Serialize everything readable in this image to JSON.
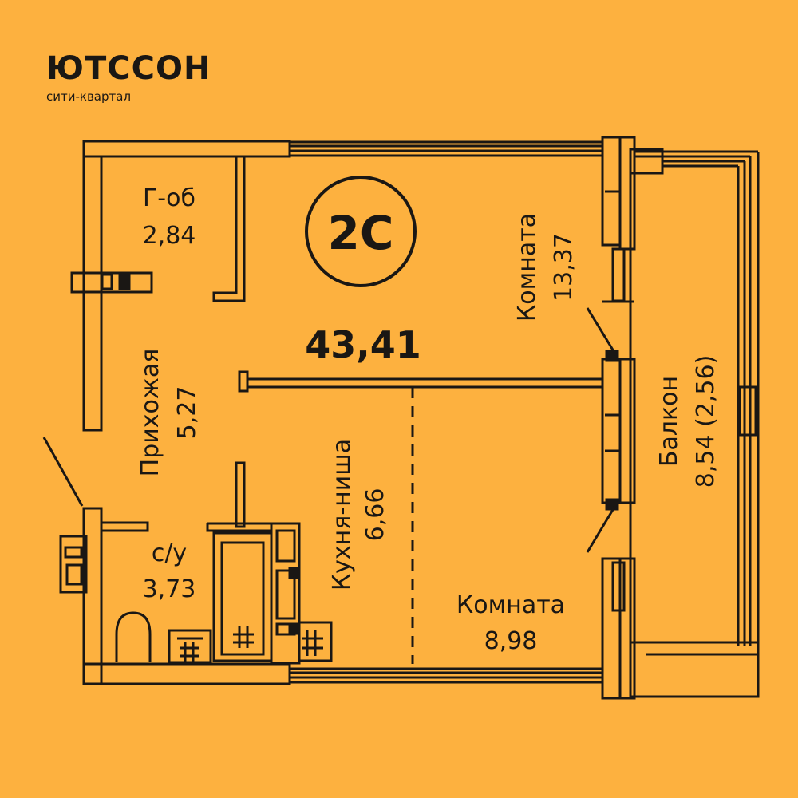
{
  "brand": {
    "name": "ЮТССОН",
    "subtitle": "сити-квартал"
  },
  "apartment": {
    "type_badge": "2С",
    "total_area": "43,41"
  },
  "rooms": {
    "storage": {
      "name": "Г-об",
      "area": "2,84"
    },
    "hallway": {
      "name": "Прихожая",
      "area": "5,27"
    },
    "bathroom": {
      "name": "с/у",
      "area": "3,73"
    },
    "kitchen_niche": {
      "name": "Кухня-ниша",
      "area": "6,66"
    },
    "room_large": {
      "name": "Комната",
      "area": "13,37"
    },
    "room_small": {
      "name": "Комната",
      "area": "8,98"
    },
    "balcony": {
      "name": "Балкон",
      "area": "8,54 (2,56)"
    }
  },
  "colors": {
    "background": "#FDB13F",
    "ink": "#1A1714"
  }
}
